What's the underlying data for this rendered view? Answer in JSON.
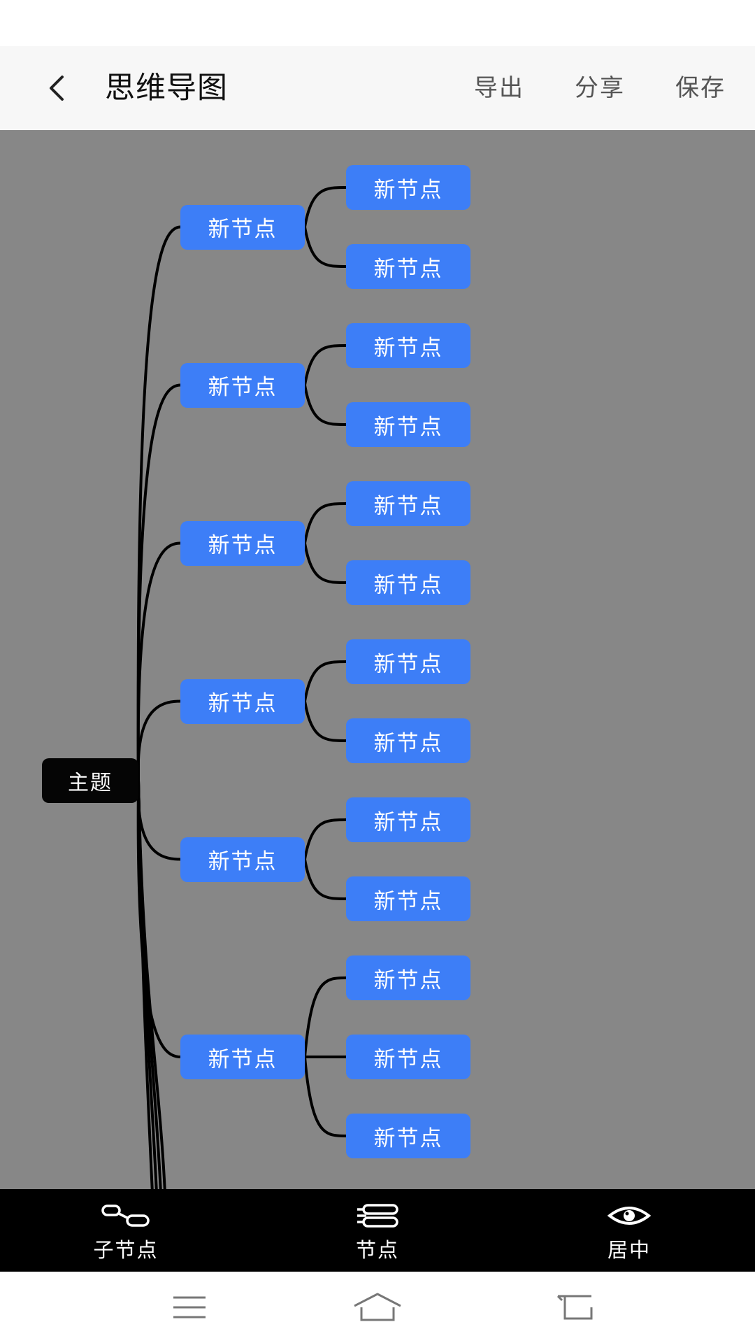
{
  "header": {
    "title": "思维导图",
    "export_label": "导出",
    "share_label": "分享",
    "save_label": "保存",
    "back_icon": "chevron-left-icon"
  },
  "mindmap": {
    "root": "主题",
    "branches": [
      {
        "label": "新节点",
        "children": [
          "新节点",
          "新节点"
        ]
      },
      {
        "label": "新节点",
        "children": [
          "新节点",
          "新节点"
        ]
      },
      {
        "label": "新节点",
        "children": [
          "新节点",
          "新节点"
        ]
      },
      {
        "label": "新节点",
        "children": [
          "新节点",
          "新节点"
        ]
      },
      {
        "label": "新节点",
        "children": [
          "新节点",
          "新节点"
        ]
      },
      {
        "label": "新节点",
        "children": [
          "新节点",
          "新节点",
          "新节点"
        ]
      }
    ]
  },
  "toolbar": {
    "child_node_label": "子节点",
    "node_label": "节点",
    "center_label": "居中"
  },
  "colors": {
    "canvas": "#878787",
    "node": "#3d7ef7",
    "root": "#050505",
    "toolbar": "#000000",
    "header": "#f7f7f7"
  }
}
